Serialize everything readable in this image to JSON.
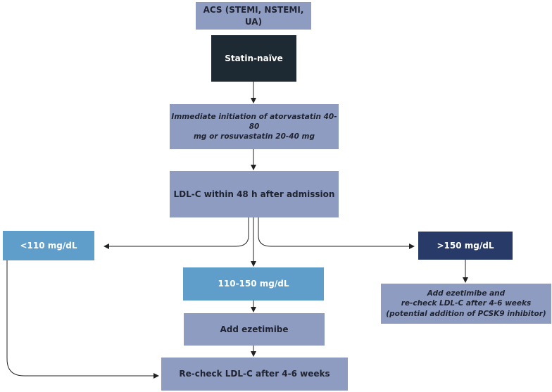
{
  "diagram": {
    "nodes": {
      "acs": "ACS (STEMI, NSTEMI, UA)",
      "statin_naive": "Statin-naïve",
      "immediate_line1": "Immediate initiation of atorvastatin 40-80",
      "immediate_line2": "mg or rosuvastatin 20-40 mg",
      "ldl_48h": "LDL-C within 48 h after admission",
      "lt110": "<110 mg/dL",
      "gt150": ">150 mg/dL",
      "range": "110-150 mg/dL",
      "add_ezetimibe": "Add ezetimibe",
      "ezet_pcsk_line1": "Add ezetimibe and",
      "ezet_pcsk_line2": "re-check LDL-C after 4-6 weeks",
      "ezet_pcsk_line3": "(potential addition of PCSK9 inhibitor)",
      "recheck": "Re-check LDL-C after 4-6 weeks"
    },
    "colors": {
      "lavender": "#8f9cc2",
      "dark": "#1d2a33",
      "blue": "#5f9dcb",
      "navy": "#283a68",
      "arrow": "#222222"
    }
  }
}
